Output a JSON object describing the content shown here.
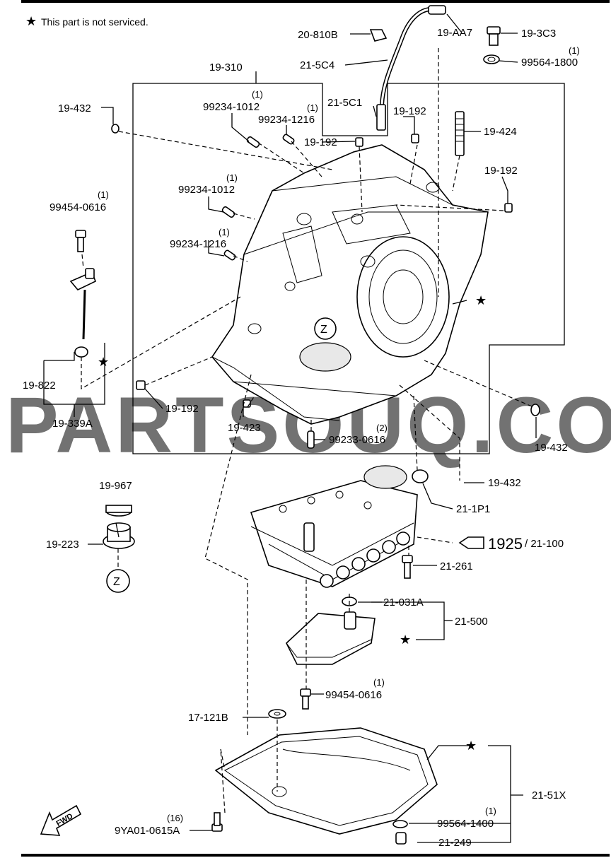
{
  "note": {
    "star": "★",
    "text": "This part is not serviced."
  },
  "watermark": "PARTSOUQ.COM",
  "callouts": {
    "p19_310": "19-310",
    "p19_432_top": "19-432",
    "p99234_1012_a": "99234-1012",
    "p99234_1012_a_qty": "(1)",
    "p99234_1216_a": "99234-1216",
    "p99234_1216_a_qty": "(1)",
    "p99234_1012_b": "99234-1012",
    "p99234_1012_b_qty": "(1)",
    "p99234_1216_b": "99234-1216",
    "p99234_1216_b_qty": "(1)",
    "p99454_0616_top": "99454-0616",
    "p99454_0616_top_qty": "(1)",
    "p19_822": "19-822",
    "p19_339A": "19-339A",
    "p19_192_left": "19-192",
    "p19_423": "19-423",
    "p99233_0616": "99233-0616",
    "p99233_0616_qty": "(2)",
    "p20_810B": "20-810B",
    "p21_5C4": "21-5C4",
    "p21_5C1": "21-5C1",
    "p19_AA7": "19-AA7",
    "p19_3C3": "19-3C3",
    "p99564_1800": "99564-1800",
    "p99564_1800_qty": "(1)",
    "p19_192_top": "19-192",
    "p19_192_mid": "19-192",
    "p19_424": "19-424",
    "p19_192_right": "19-192",
    "p19_432_right": "19-432",
    "p19_432_lower": "19-432",
    "p21_1P1": "21-1P1",
    "p1925": "1925",
    "p21_100": "/ 21-100",
    "p21_261": "21-261",
    "p21_031A": "21-031A",
    "p21_500": "21-500",
    "p99454_0616_low": "99454-0616",
    "p99454_0616_low_qty": "(1)",
    "p19_967": "19-967",
    "p19_223": "19-223",
    "z_top": "Z",
    "z_bottom": "Z",
    "p17_121B": "17-121B",
    "p21_51X": "21-51X",
    "p99564_1400": "99564-1400",
    "p99564_1400_qty": "(1)",
    "p21_249": "21-249",
    "p9YA01": "9YA01-0615A",
    "p9YA01_qty": "(16)",
    "fwd": "FWD"
  },
  "stars": [
    "★",
    "★",
    "★",
    "★"
  ]
}
